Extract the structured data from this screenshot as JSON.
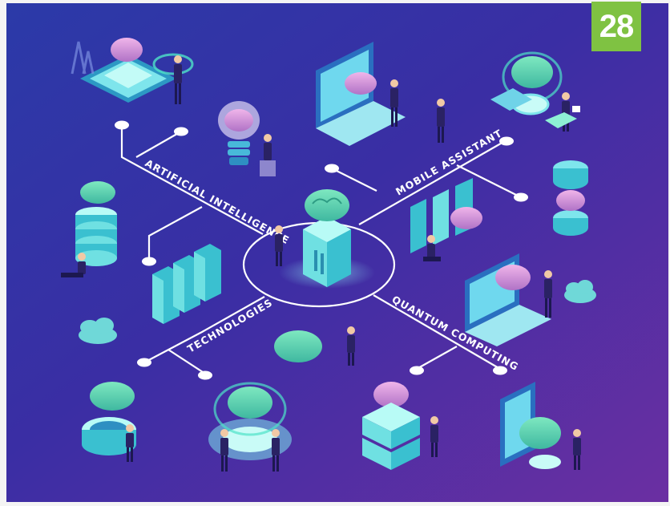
{
  "badge": {
    "number": "28",
    "color": "#7fc242"
  },
  "labels": {
    "artificial_intelligence": "ARTIFICIAL INTELLIGENCE",
    "mobile_assistant": "MOBILE ASSISTANT",
    "technologies": "TECHNOLOGIES",
    "quantum_computing": "QUANTUM COMPUTING"
  },
  "colors": {
    "background_top": "#2a2fa0",
    "background_bottom": "#6a2fa3",
    "accent_cyan": "#66e3e0",
    "accent_green": "#59d6a6",
    "brain_pink": "#d79ad8",
    "line_white": "#ffffff"
  },
  "icons": [
    "brain-icon",
    "server-rack-icon",
    "laptop-icon",
    "lightbulb-icon",
    "database-icon",
    "cloud-icon",
    "person-icon",
    "tablet-icon",
    "cpu-chip-icon"
  ]
}
